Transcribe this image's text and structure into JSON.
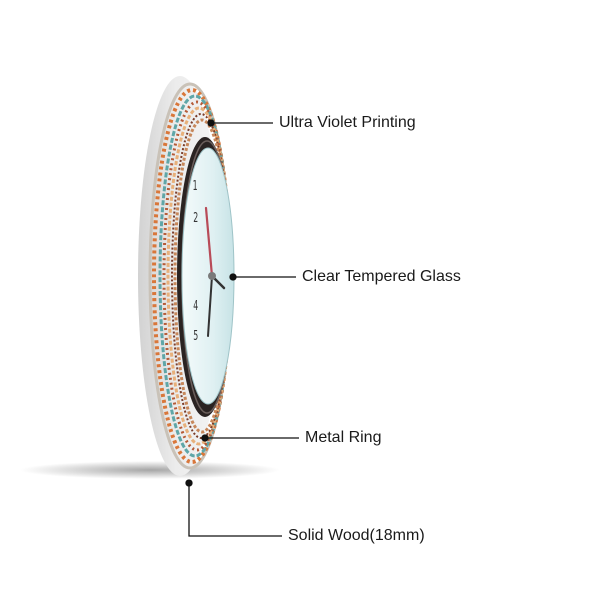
{
  "callouts": [
    {
      "label": "Ultra Violet Printing"
    },
    {
      "label": "Clear Tempered Glass"
    },
    {
      "label": "Metal Ring"
    },
    {
      "label": "Solid Wood(18mm)"
    }
  ],
  "colors": {
    "text": "#1a1a1a",
    "line": "#111111",
    "wood": "#e3e3e3",
    "glass": "#dff0f2",
    "ring": "#2a2322",
    "pattern_orange": "#d9773a",
    "pattern_teal": "#5fa6a8"
  }
}
